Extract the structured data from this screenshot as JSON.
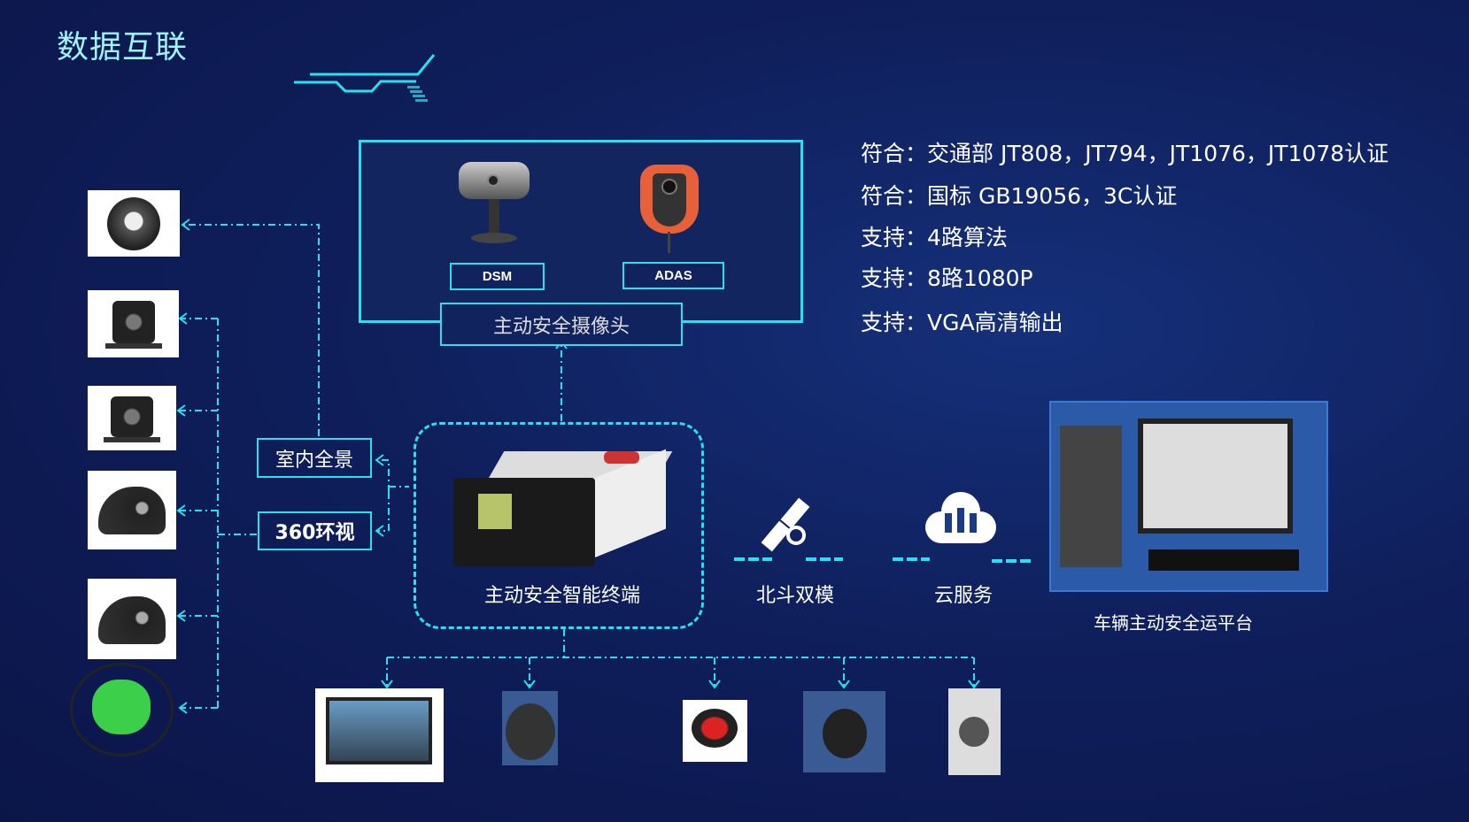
{
  "title": "数据互联",
  "certs": [
    "符合：交通部 JT808，JT794，JT1076，JT1078认证",
    "符合：国标 GB19056，3C认证",
    "支持：4路算法",
    "支持：8路1080P",
    "支持：VGA高清输出"
  ],
  "cameras": {
    "dsm": "DSM",
    "adas": "ADAS",
    "group_label": "主动安全摄像头"
  },
  "terminal_label": "主动安全智能终端",
  "left_labels": {
    "indoor": "室内全景",
    "surround": "360环视"
  },
  "beidou_label": "北斗双模",
  "cloud_label": "云服务",
  "platform_label": "车辆主动安全运平台",
  "colors": {
    "accent": "#27e0f0",
    "background": "#0f1f5c"
  }
}
